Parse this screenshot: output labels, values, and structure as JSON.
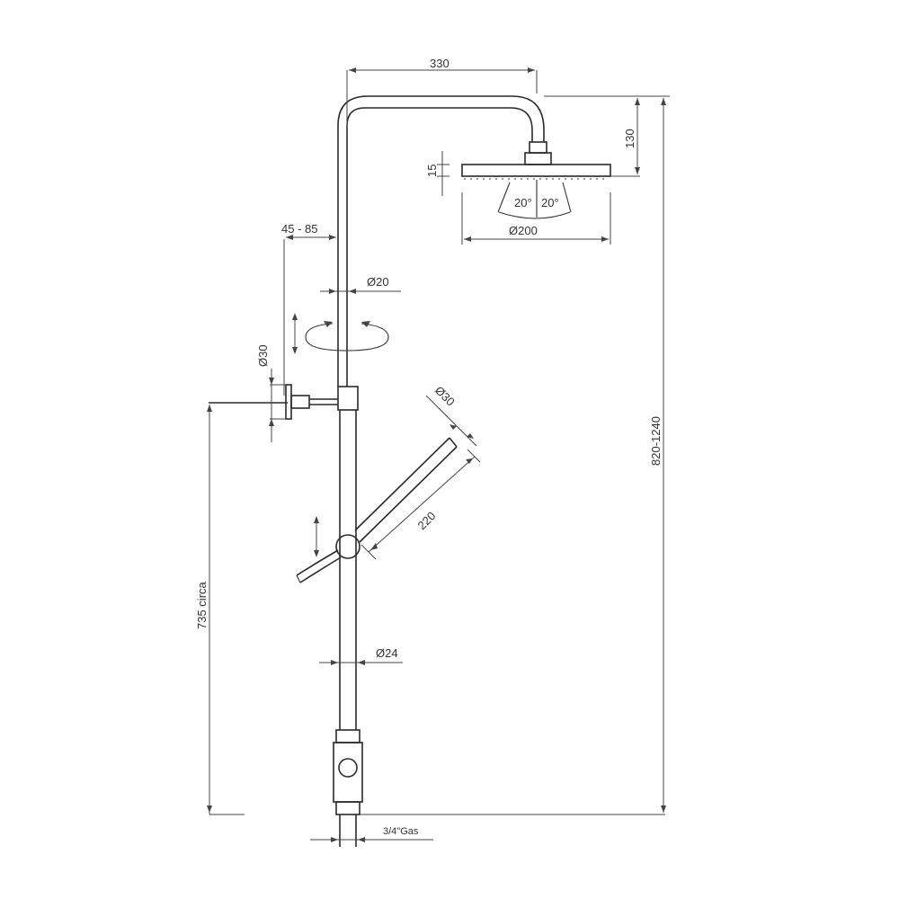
{
  "drawing": {
    "title": "Shower column technical drawing",
    "background": "#ffffff",
    "line_color": "#2a2a2a"
  },
  "dimensions": {
    "arm_reach": "330",
    "head_drop": "130",
    "head_thickness": "15",
    "spray_angle_left": "20°",
    "spray_angle_right": "20°",
    "head_diameter": "Ø200",
    "wall_bracket_offset": "45 - 85",
    "upper_pipe_diameter": "Ø20",
    "bracket_diameter": "Ø30",
    "handshower_diameter": "Ø30",
    "handshower_length": "220",
    "lower_pipe_diameter": "Ø24",
    "inlet_height": "735 circa",
    "total_height": "820-1240",
    "inlet_thread": "3/4\"Gas"
  }
}
